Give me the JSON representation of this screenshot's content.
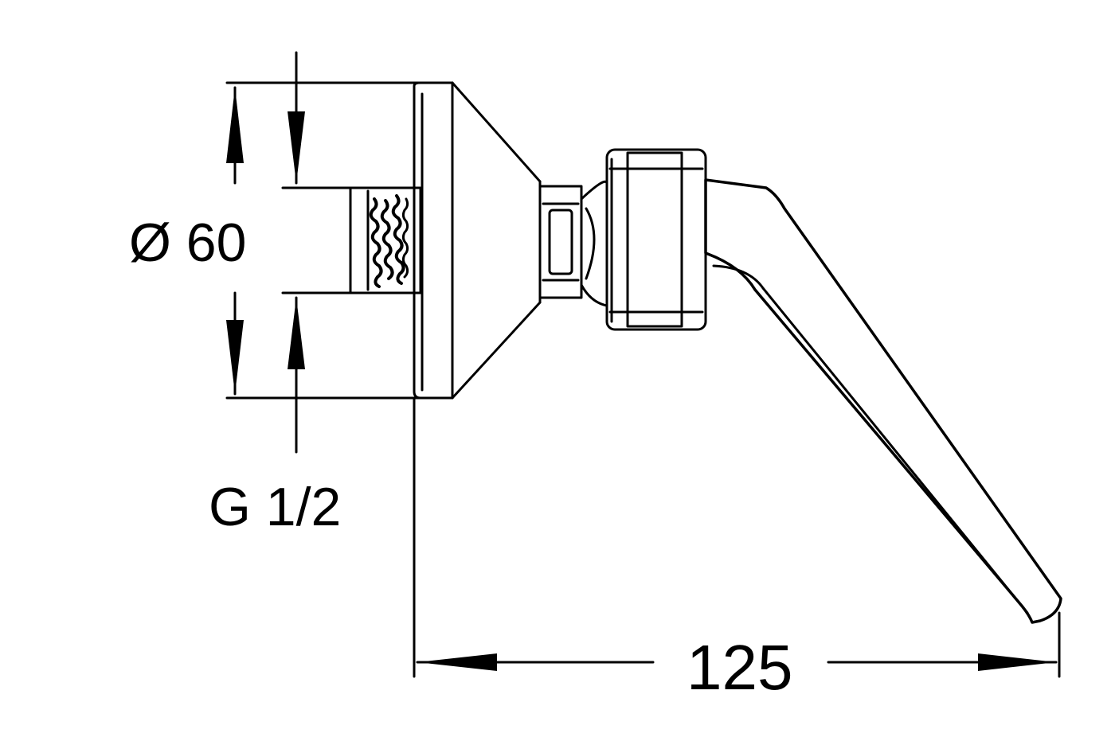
{
  "labels": {
    "diameter": "Ø 60",
    "thread": "G 1/2",
    "length": "125"
  },
  "colors": {
    "ink": "#000000",
    "paper": "#ffffff"
  }
}
